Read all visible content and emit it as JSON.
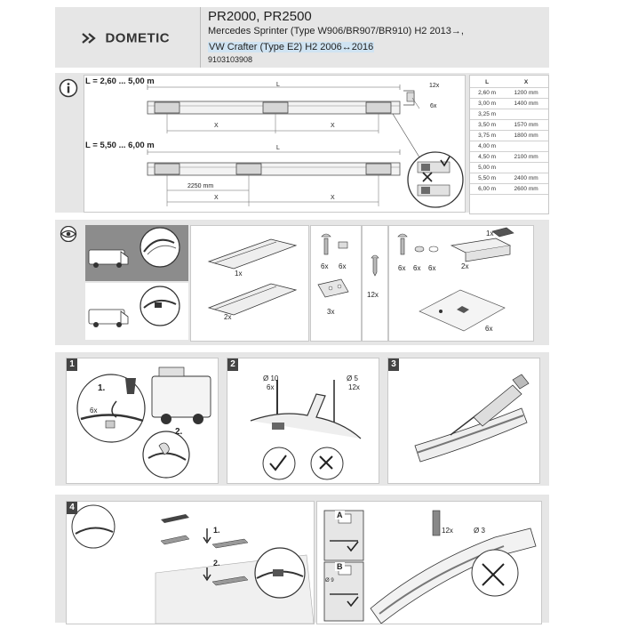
{
  "header": {
    "brand": "DOMETIC",
    "models": "PR2000, PR2500",
    "vehicle_line1": "Mercedes Sprinter (Type W906/BR907/BR910)  H2 2013→,",
    "vehicle_line2": "VW Crafter (Type E2) H2 2006↔2016",
    "doc_number": "9103103908"
  },
  "info": {
    "range1": "L = 2,60 ... 5,00 m",
    "range2": "L = 5,50 ... 6,00 m",
    "dim_L": "L",
    "dim_X": "X",
    "dim_2250": "2250 mm",
    "dim_12x": "12x",
    "dim_6x": "6x",
    "table_headers": [
      "L",
      "X"
    ],
    "table_rows": [
      {
        "l": "2,60 m",
        "x": "1200 mm"
      },
      {
        "l": "3,00 m",
        "x": "1400 mm"
      },
      {
        "l": "3,25 m",
        "x": ""
      },
      {
        "l": "3,50 m",
        "x": "1570 mm"
      },
      {
        "l": "3,75 m",
        "x": "1800 mm"
      },
      {
        "l": "4,00 m",
        "x": ""
      },
      {
        "l": "4,50 m",
        "x": "2100 mm"
      },
      {
        "l": "5,00 m",
        "x": ""
      },
      {
        "l": "5,50 m",
        "x": "2400 mm"
      },
      {
        "l": "6,00 m",
        "x": "2600 mm"
      }
    ]
  },
  "contents": {
    "qty_rail1": "1x",
    "qty_rail2": "2x",
    "qty_bolt": "6x",
    "qty_nut": "6x",
    "qty_plate": "3x",
    "qty_screw": "12x",
    "qty_a1": "6x",
    "qty_a2": "6x",
    "qty_a3": "6x",
    "qty_block1": "1x",
    "qty_block2": "2x",
    "qty_sealant": "6x"
  },
  "steps": [
    {
      "num": "1",
      "labels": [
        "1.",
        "6x",
        "2."
      ]
    },
    {
      "num": "2",
      "labels": [
        "Ø 10",
        "6x",
        "Ø 5",
        "12x"
      ]
    },
    {
      "num": "3",
      "labels": []
    },
    {
      "num": "4",
      "labels": [
        "1.",
        "2.",
        "A",
        "B",
        "12x",
        "Ø 3",
        "Ø 9"
      ]
    }
  ]
}
